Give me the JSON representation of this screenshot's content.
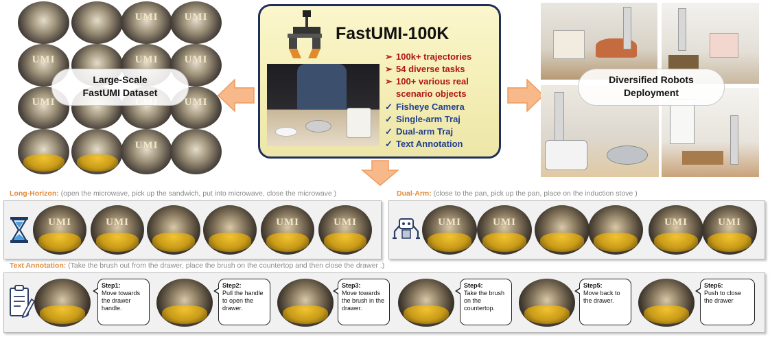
{
  "center": {
    "title": "FastUMI-100K",
    "features_red": [
      "100k+ trajectories",
      "54 diverse  tasks",
      "100+ various real",
      "scenario objects"
    ],
    "features_blue": [
      "Fisheye Camera",
      "Single-arm Traj",
      "Dual-arm Traj",
      "Text Annotation"
    ],
    "marker_red": "➢",
    "marker_blue": "✓"
  },
  "left_label": {
    "line1": "Large-Scale",
    "line2": "FastUMI Dataset"
  },
  "right_label": {
    "line1": "Diversified Robots",
    "line2": "Deployment"
  },
  "grid_text": "UMI",
  "long_horizon": {
    "label": "Long-Horizon:",
    "desc": " (open the microwave, pick up the sandwich, put into microwave, close the microwave )",
    "icon": "hourglass-icon"
  },
  "dual_arm": {
    "label": "Dual-Arm:",
    "desc": " (close to the pan, pick up the pan, place  on the induction stove )",
    "icon": "dual-robot-icon"
  },
  "text_annotation": {
    "label": "Text Annotation:",
    "desc": " (Take the brush out from the drawer, place the brush on the countertop and then close the drawer .)",
    "icon": "clipboard-pen-icon",
    "steps": [
      {
        "title": "Step1:",
        "text": "Move towards the drawer handle."
      },
      {
        "title": "Step2:",
        "text": "Pull the handle to open the drawer."
      },
      {
        "title": "Step3:",
        "text": "Move towards the brush in the drawer."
      },
      {
        "title": "Step4:",
        "text": "Take the brush on the countertop."
      },
      {
        "title": "Step5:",
        "text": "Move back to the drawer."
      },
      {
        "title": "Step6:",
        "text": "Push to close the drawer"
      }
    ]
  },
  "colors": {
    "accent_orange": "#f4a46a",
    "box_border": "#1f2f5c",
    "red_text": "#b01515",
    "blue_text": "#223f8f"
  }
}
